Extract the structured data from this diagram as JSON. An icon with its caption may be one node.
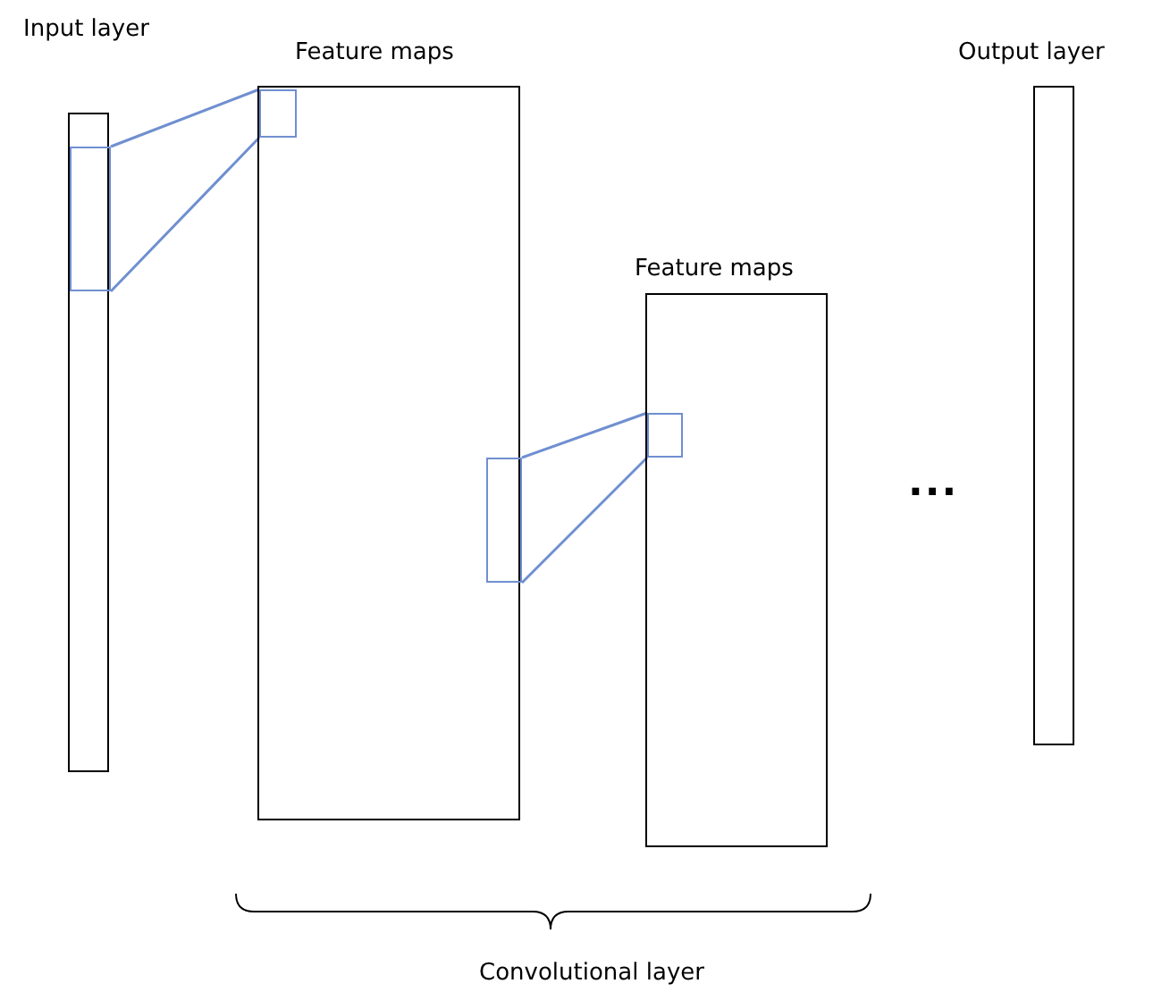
{
  "diagram": {
    "nodes": [
      {
        "text": [
          "Input layer"
        ]
      },
      {
        "text": [],
        "shape": "box",
        "in": 0
      },
      {
        "text": [
          "Feature maps"
        ]
      },
      {
        "text": [],
        "shape": "box",
        "in": 2
      },
      {
        "text": [],
        "shape": "box",
        "in": 2
      },
      {
        "text": [
          "Feature maps"
        ]
      },
      {
        "text": [],
        "shape": "box",
        "in": 5
      },
      {
        "text": [
          "Output layer"
        ]
      }
    ],
    "edges": [
      {
        "from": 1,
        "to": 3,
        "arrow": "none"
      },
      {
        "from": 1,
        "to": 3,
        "arrow": "none"
      },
      {
        "from": 4,
        "to": 6,
        "arrow": "none"
      },
      {
        "from": 4,
        "to": 6,
        "arrow": "none"
      }
    ],
    "labels": [
      "...",
      "Convolutional layer"
    ]
  }
}
